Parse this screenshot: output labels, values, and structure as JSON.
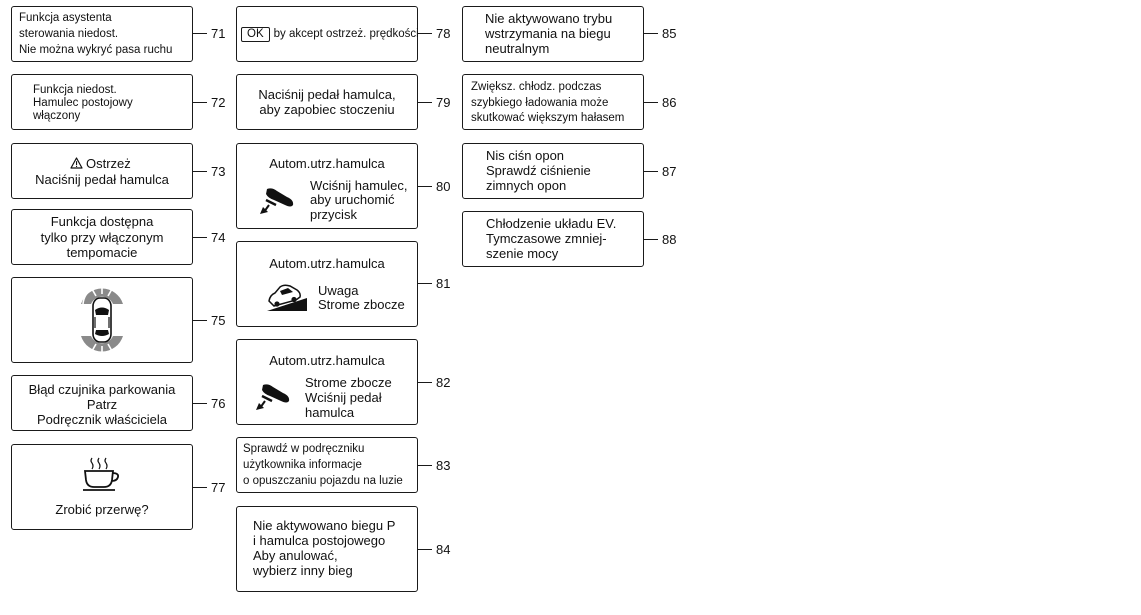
{
  "panels": {
    "p71": {
      "num": "71",
      "lines": [
        "Funkcja asystenta",
        "sterowania niedost.",
        "Nie można wykryć pasa ruchu"
      ]
    },
    "p72": {
      "num": "72",
      "lines": [
        "Funkcja niedost.",
        "Hamulec postojowy",
        "włączony"
      ]
    },
    "p73": {
      "num": "73",
      "lines": [
        "Ostrzeż",
        "Naciśnij pedał hamulca"
      ]
    },
    "p74": {
      "num": "74",
      "lines": [
        "Funkcja dostępna",
        "tylko przy włączonym",
        "tempomacie"
      ]
    },
    "p75": {
      "num": "75"
    },
    "p76": {
      "num": "76",
      "lines": [
        "Błąd czujnika parkowania",
        "Patrz",
        "Podręcznik właściciela"
      ]
    },
    "p77": {
      "num": "77",
      "lines": [
        "Zrobić przerwę?"
      ]
    },
    "p78": {
      "num": "78",
      "ok_label": "OK",
      "text": "by akcept  ostrzeż. prędkości"
    },
    "p79": {
      "num": "79",
      "lines": [
        "Naciśnij pedał hamulca,",
        "aby zapobiec stoczeniu"
      ]
    },
    "p80": {
      "num": "80",
      "title": "Autom.utrz.hamulca",
      "lines": [
        "Wciśnij hamulec,",
        "aby uruchomić",
        "przycisk"
      ]
    },
    "p81": {
      "num": "81",
      "title": "Autom.utrz.hamulca",
      "lines": [
        "Uwaga",
        "Strome zbocze"
      ]
    },
    "p82": {
      "num": "82",
      "title": "Autom.utrz.hamulca",
      "lines": [
        "Strome zbocze",
        "Wciśnij pedał",
        "hamulca"
      ]
    },
    "p83": {
      "num": "83",
      "lines": [
        "Sprawdź w podręczniku",
        "użytkownika informacje",
        "o opuszczaniu pojazdu na luzie"
      ]
    },
    "p84": {
      "num": "84",
      "lines": [
        "Nie aktywowano biegu P",
        "i hamulca postojowego",
        "Aby anulować,",
        "wybierz inny bieg"
      ]
    },
    "p85": {
      "num": "85",
      "lines": [
        "Nie aktywowano trybu",
        "wstrzymania na biegu",
        "neutralnym"
      ]
    },
    "p86": {
      "num": "86",
      "lines": [
        "Zwiększ. chłodz. podczas",
        "szybkiego ładowania może",
        "skutkować większym hałasem"
      ]
    },
    "p87": {
      "num": "87",
      "lines": [
        "Nis ciśn opon",
        "Sprawdź ciśnienie",
        "zimnych opon"
      ]
    },
    "p88": {
      "num": "88",
      "lines": [
        "Chłodzenie układu EV.",
        "Tymczasowe zmniej-",
        "szenie mocy"
      ]
    }
  },
  "icons": {
    "warning": "warning-triangle-icon",
    "car": "parking-sensor-car-icon",
    "cup": "coffee-cup-icon",
    "brake": "foot-on-brake-pedal-icon",
    "hill": "car-on-steep-slope-icon"
  }
}
